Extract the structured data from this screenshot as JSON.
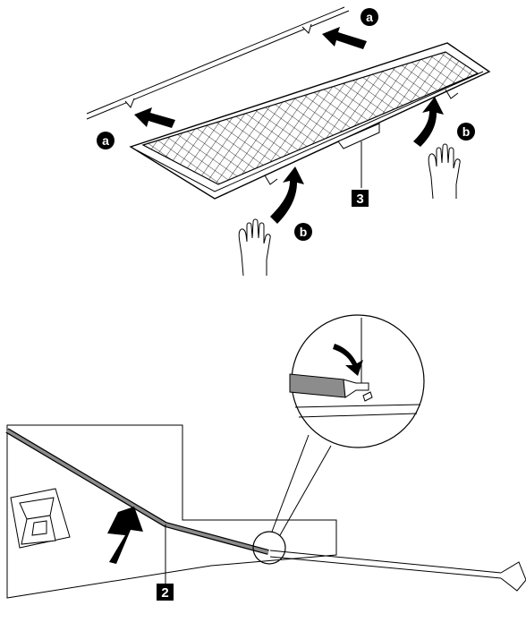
{
  "figure": {
    "callouts": {
      "a": "a",
      "b": "b",
      "part_3": "3",
      "part_2": "2"
    },
    "colors": {
      "ink": "#000000",
      "paper": "#ffffff",
      "seal_fill": "#8c8c8c",
      "callout_text": "#ffffff"
    },
    "icons": [
      "hand-icon",
      "arrow-icon",
      "curved-arrow-icon",
      "magnifier-circle",
      "seal-strip",
      "pry-tool"
    ]
  }
}
